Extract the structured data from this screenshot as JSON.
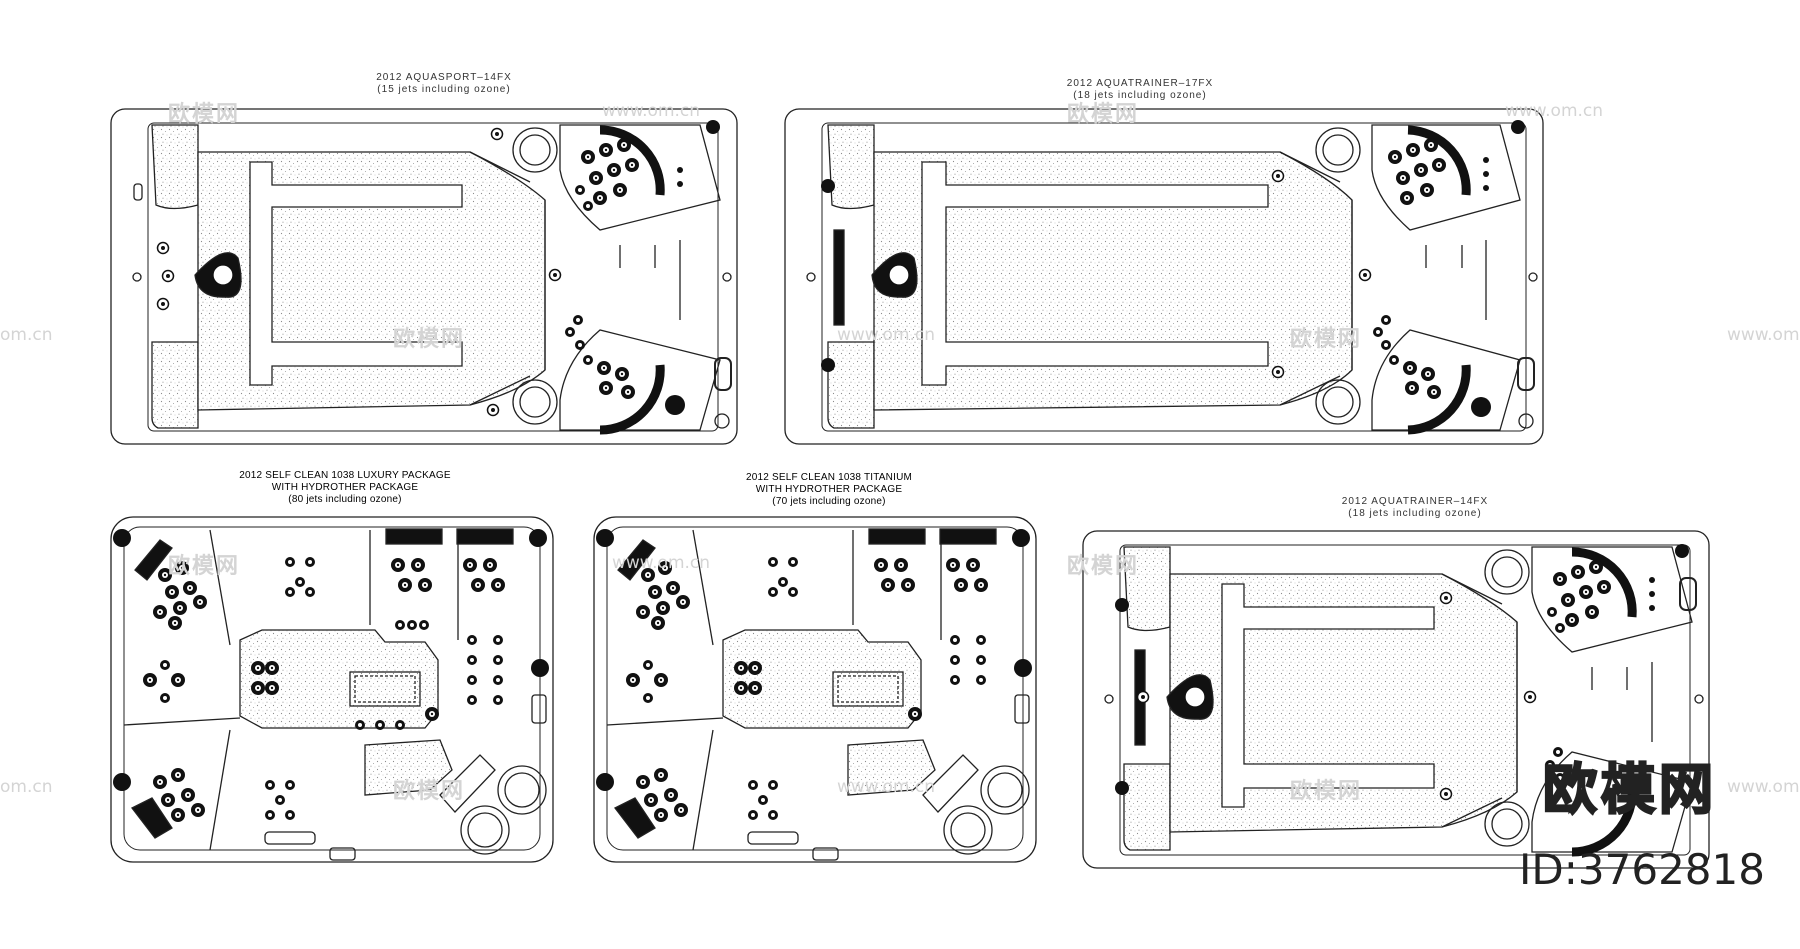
{
  "captions": {
    "aquasport_14fx": {
      "title": "2012  AQUASPORT–14FX",
      "subtitle": "(15  jets  including  ozone)"
    },
    "aquatrainer_17fx": {
      "title": "2012  AQUATRAINER–17FX",
      "subtitle": "(18  jets  including  ozone)"
    },
    "luxury_1038": {
      "line1": "2012 SELF CLEAN 1038 LUXURY PACKAGE",
      "line2": "WITH HYDROTHER PACKAGE",
      "line3": "(80 jets including ozone)"
    },
    "titanium_1038": {
      "line1": "2012 SELF CLEAN 1038 TITANIUM",
      "line2": "WITH HYDROTHER PACKAGE",
      "line3": "(70 jets including ozone)"
    },
    "aquatrainer_14fx": {
      "title": "2012  AQUATRAINER–14FX",
      "subtitle": "(18  jets  including  ozone)"
    }
  },
  "branding": {
    "logo_text": "欧模网",
    "id_text": "ID:3762818"
  },
  "watermarks": {
    "cn": "欧模网",
    "url": "www.om.cn",
    "url_partial": "om.cn",
    "url_alt": "www.om.cn"
  },
  "colors": {
    "line": "#222222",
    "texture": "#eeeeee",
    "background": "#ffffff"
  }
}
